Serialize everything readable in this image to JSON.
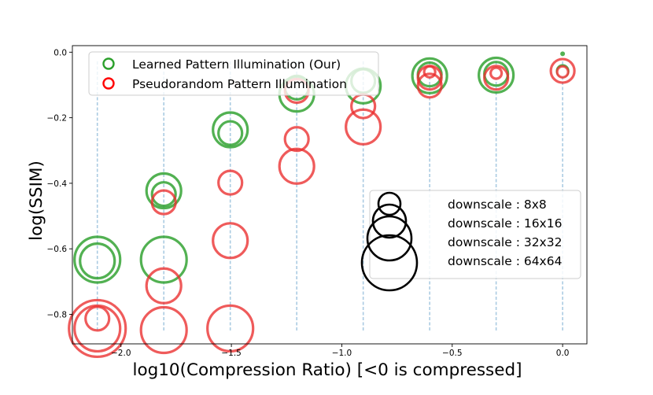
{
  "chart_data": {
    "type": "scatter",
    "title": "",
    "xlabel": "log10(Compression Ratio) [<0 is compressed]",
    "ylabel": "log(SSIM)",
    "xlim": [
      -2.22,
      0.11
    ],
    "ylim": [
      -0.89,
      0.02
    ],
    "x_ticks": [
      -2.0,
      -1.5,
      -1.0,
      -0.5,
      0.0
    ],
    "x_tick_labels": [
      "−2.0",
      "−1.5",
      "−1.0",
      "−0.5",
      "0.0"
    ],
    "y_ticks": [
      0.0,
      -0.2,
      -0.4,
      -0.6,
      -0.8
    ],
    "y_tick_labels": [
      "0.0",
      "−0.2",
      "−0.4",
      "−0.6",
      "−0.8"
    ],
    "grid": false,
    "legend": {
      "placement": "top-left",
      "entries": [
        {
          "label": "Learned Pattern Illumination (Our)",
          "color": "#2ca02c"
        },
        {
          "label": "Pseudorandom Pattern Illumination",
          "color": "#ff0000"
        }
      ]
    },
    "size_legend": {
      "placement": "center-right",
      "entries": [
        {
          "label": "downscale : 8x8",
          "size": "8x8"
        },
        {
          "label": "downscale : 16x16",
          "size": "16x16"
        },
        {
          "label": "downscale : 32x32",
          "size": "32x32"
        },
        {
          "label": "downscale : 64x64",
          "size": "64x64"
        }
      ]
    },
    "vertical_lines_x": [
      -2.107,
      -1.806,
      -1.505,
      -1.204,
      -0.903,
      -0.602,
      -0.301,
      0.0
    ],
    "series": [
      {
        "name": "Learned Pattern Illumination (Our)",
        "color": "#2ca02c",
        "points": [
          {
            "x": -2.107,
            "y": -0.633,
            "size": "32x32"
          },
          {
            "x": -2.107,
            "y": -0.637,
            "size": "16x16"
          },
          {
            "x": -1.806,
            "y": -0.423,
            "size": "16x16"
          },
          {
            "x": -1.806,
            "y": -0.433,
            "size": "8x8"
          },
          {
            "x": -1.806,
            "y": -0.633,
            "size": "32x32"
          },
          {
            "x": -1.505,
            "y": -0.237,
            "size": "16x16"
          },
          {
            "x": -1.505,
            "y": -0.247,
            "size": "8x8"
          },
          {
            "x": -1.204,
            "y": -0.128,
            "size": "16x16"
          },
          {
            "x": -1.204,
            "y": -0.108,
            "size": "8x8"
          },
          {
            "x": -0.903,
            "y": -0.103,
            "size": "16x16"
          },
          {
            "x": -0.903,
            "y": -0.088,
            "size": "8x8"
          },
          {
            "x": -0.602,
            "y": -0.068,
            "size": "8x8"
          },
          {
            "x": -0.602,
            "y": -0.072,
            "size": "16x16"
          },
          {
            "x": -0.301,
            "y": -0.066,
            "size": "8x8"
          },
          {
            "x": -0.301,
            "y": -0.07,
            "size": "16x16"
          },
          {
            "x": 0.0,
            "y": -0.005,
            "size": "dot"
          },
          {
            "x": 0.0,
            "y": -0.057,
            "size": "small"
          }
        ]
      },
      {
        "name": "Pseudorandom Pattern Illumination",
        "color": "#ff0000",
        "points": [
          {
            "x": -2.107,
            "y": -0.813,
            "size": "8x8"
          },
          {
            "x": -2.107,
            "y": -0.843,
            "size": "32x32"
          },
          {
            "x": -2.107,
            "y": -0.843,
            "size": "64x64"
          },
          {
            "x": -1.806,
            "y": -0.458,
            "size": "8x8"
          },
          {
            "x": -1.806,
            "y": -0.713,
            "size": "16x16"
          },
          {
            "x": -1.806,
            "y": -0.848,
            "size": "32x32"
          },
          {
            "x": -1.505,
            "y": -0.398,
            "size": "8x8"
          },
          {
            "x": -1.505,
            "y": -0.575,
            "size": "16x16"
          },
          {
            "x": -1.505,
            "y": -0.843,
            "size": "32x32"
          },
          {
            "x": -1.204,
            "y": -0.118,
            "size": "8x8"
          },
          {
            "x": -1.204,
            "y": -0.265,
            "size": "8x8"
          },
          {
            "x": -1.204,
            "y": -0.348,
            "size": "16x16"
          },
          {
            "x": -0.903,
            "y": -0.165,
            "size": "8x8"
          },
          {
            "x": -0.903,
            "y": -0.228,
            "size": "16x16"
          },
          {
            "x": -0.602,
            "y": -0.06,
            "size": "small"
          },
          {
            "x": -0.602,
            "y": -0.078,
            "size": "8x8"
          },
          {
            "x": -0.602,
            "y": -0.102,
            "size": "8x8"
          },
          {
            "x": -0.301,
            "y": -0.064,
            "size": "small"
          },
          {
            "x": -0.301,
            "y": -0.078,
            "size": "8x8"
          },
          {
            "x": 0.0,
            "y": -0.06,
            "size": "small"
          },
          {
            "x": 0.0,
            "y": -0.057,
            "size": "8x8"
          }
        ]
      }
    ]
  }
}
